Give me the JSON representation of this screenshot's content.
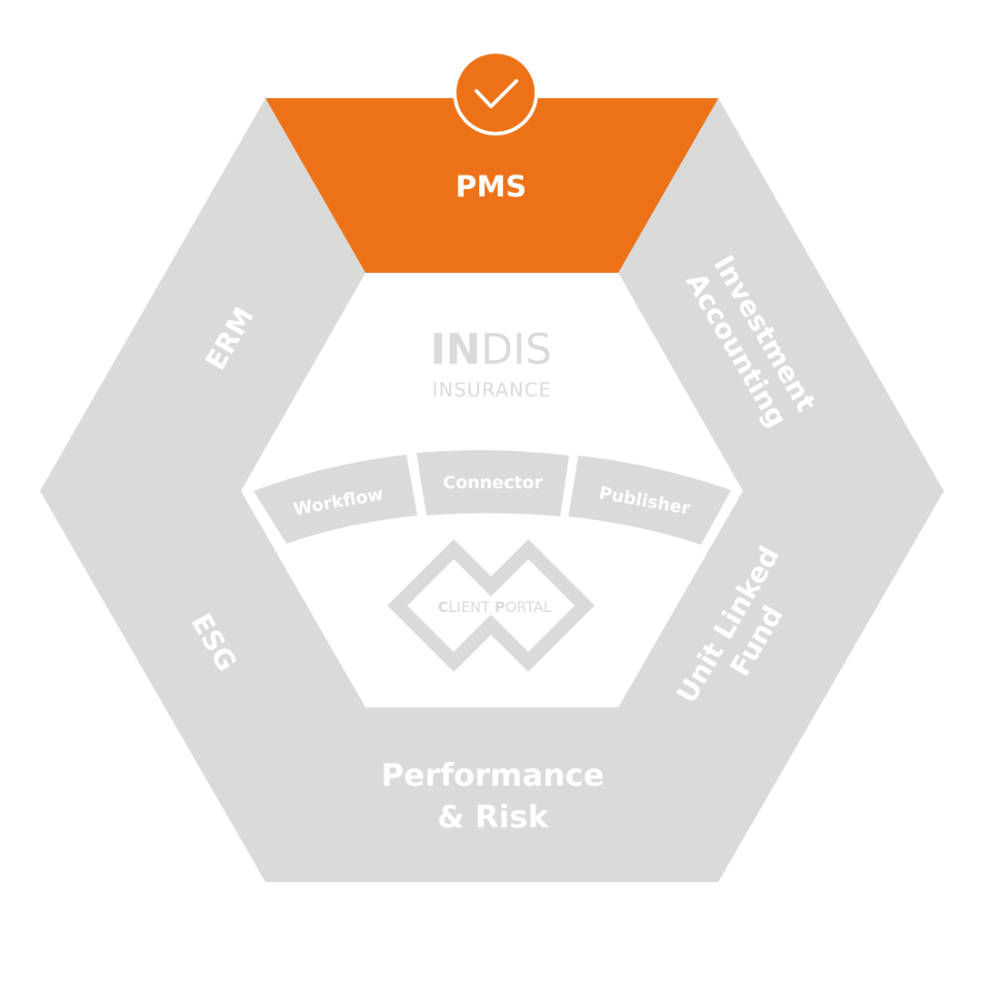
{
  "colors": {
    "active": "#EC7117",
    "inactive": "#DADAD9",
    "background": "#FFFFFF",
    "text_on_segment": "#FFFFFF"
  },
  "diagram": {
    "segments": [
      {
        "id": "pms",
        "lines": [
          "PMS"
        ],
        "active": true,
        "badge_icon": "check-icon"
      },
      {
        "id": "investment-accounting",
        "lines": [
          "Investment",
          "Accounting"
        ],
        "active": false
      },
      {
        "id": "unit-linked-fund",
        "lines": [
          "Unit Linked",
          "Fund"
        ],
        "active": false
      },
      {
        "id": "performance-risk",
        "lines": [
          "Performance",
          "& Risk"
        ],
        "active": false
      },
      {
        "id": "esg",
        "lines": [
          "ESG"
        ],
        "active": false
      },
      {
        "id": "erm",
        "lines": [
          "ERM"
        ],
        "active": false
      }
    ],
    "core": {
      "logo_bold": "IN",
      "logo_light": "DIS",
      "logo_subtitle": "INSURANCE",
      "modules": [
        "Workflow",
        "Connector",
        "Publisher"
      ],
      "portal": {
        "initial_1": "C",
        "rest_1": "LIENT ",
        "initial_2": "P",
        "rest_2": "ORTAL"
      }
    }
  }
}
